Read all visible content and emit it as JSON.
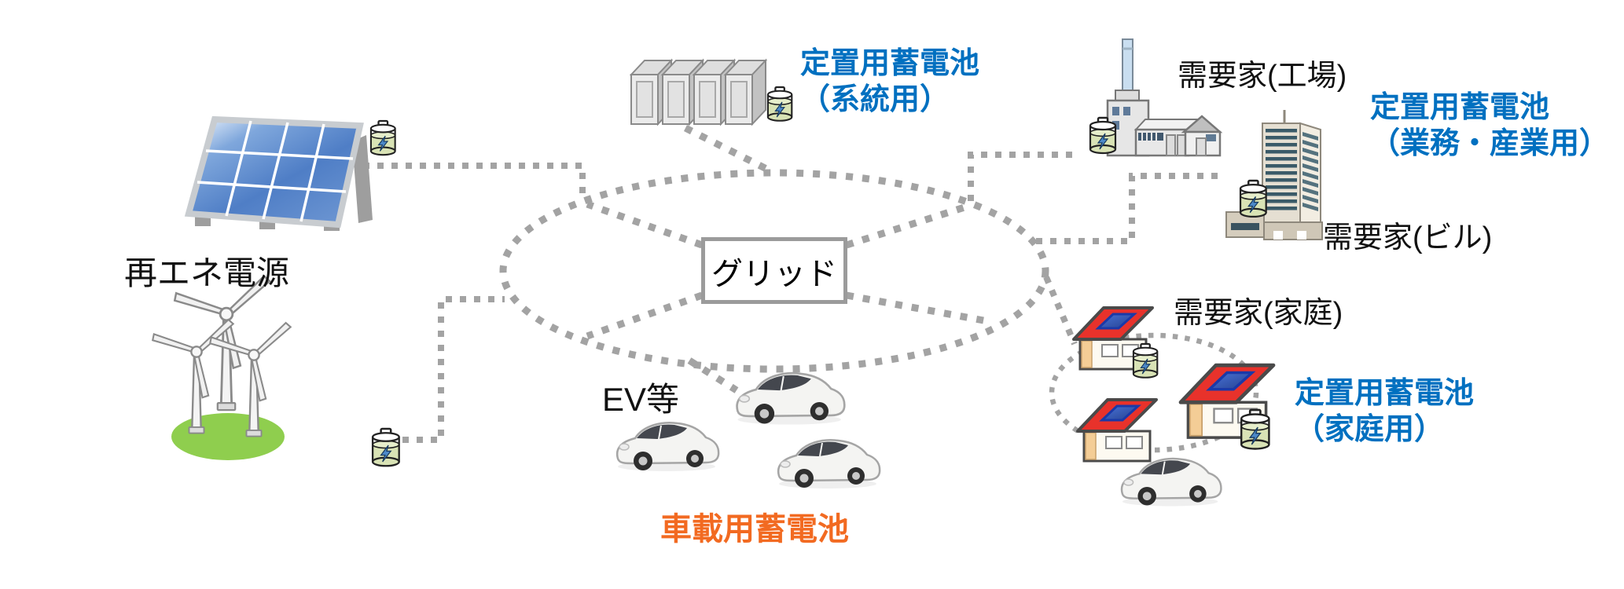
{
  "diagram": {
    "source": {
      "label": "再エネ電源"
    },
    "grid": {
      "label": "グリッド"
    },
    "storage_system": {
      "line1": "定置用蓄電池",
      "line2": "（系統用）"
    },
    "storage_commercial": {
      "line1": "定置用蓄電池",
      "line2": "（業務・産業用）"
    },
    "storage_home": {
      "line1": "定置用蓄電池",
      "line2": "（家庭用）"
    },
    "storage_vehicle": {
      "label": "車載用蓄電池"
    },
    "consumer_factory": {
      "label": "需要家(工場)"
    },
    "consumer_building": {
      "label": "需要家(ビル)"
    },
    "consumer_home": {
      "label": "需要家(家庭)"
    },
    "ev": {
      "label": "EV等"
    }
  },
  "colors": {
    "storage_label_blue": "#0070C0",
    "vehicle_storage_orange": "#F26A21",
    "dashed_line_gray": "#A3A3A3",
    "text_black": "#111111",
    "grid_box_border": "#9B9B9B",
    "battery_fill_green": "#D9E3B5",
    "bolt_blue": "#4C89C8",
    "house_roof_red": "#E8322B",
    "pv_panel_blue": "#2F55C0",
    "ground_green": "#8FCE4E"
  },
  "icons": {
    "solar_panel": "solar-panel-icon",
    "wind_turbines": "wind-turbine-icon",
    "battery": "battery-icon",
    "battery_cabinets": "battery-cabinet-icon",
    "factory": "factory-icon",
    "office_building": "office-building-icon",
    "house": "house-icon",
    "ev_car": "ev-car-icon"
  }
}
